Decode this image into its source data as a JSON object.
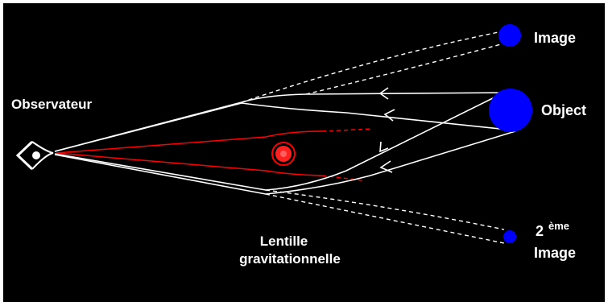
{
  "diagram": {
    "labels": {
      "observer": "Observateur",
      "image": "Image",
      "object": "Object",
      "second_image_number": "2",
      "second_image_suffix": "ème",
      "second_image_word": "Image",
      "lens_line1": "Lentille",
      "lens_line2": "gravitationnelle"
    },
    "colors": {
      "background": "#000000",
      "light_rays": "#ffffff",
      "lens": "#ff0000",
      "sources": "#0000ff"
    },
    "icons": {
      "observer": "eye-icon",
      "lens": "lens-mass-icon"
    }
  }
}
